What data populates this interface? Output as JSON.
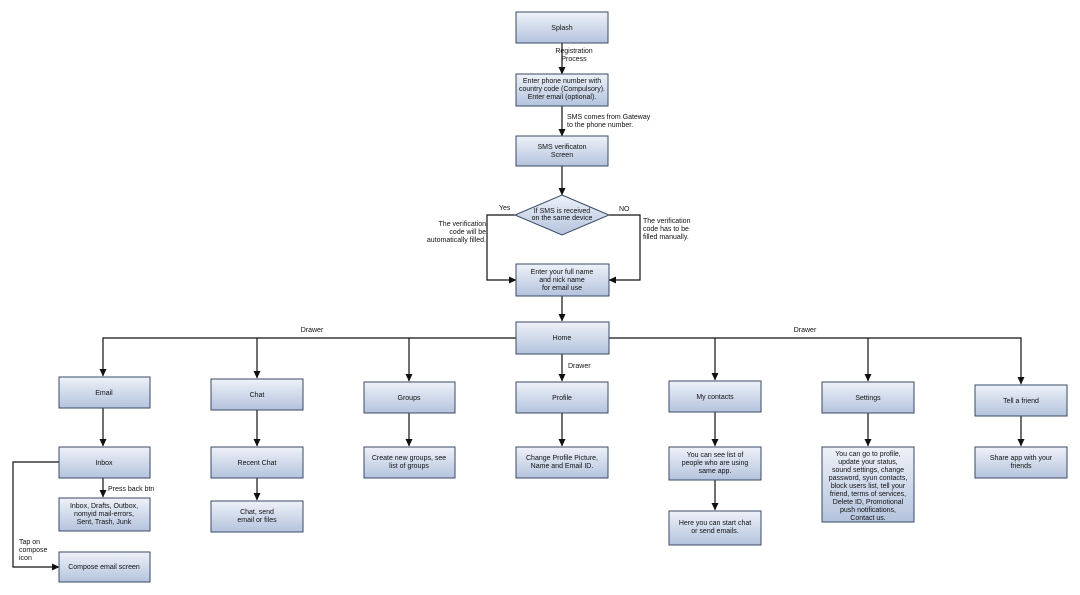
{
  "nodes": {
    "splash": [
      "Splash"
    ],
    "enter_phone": [
      "Enter phone number with",
      "country code (Compulsory).",
      "Enter email (optional)."
    ],
    "sms_screen": [
      "SMS verificaton",
      "Screen"
    ],
    "decision": [
      "If SMS is received",
      "on the same device"
    ],
    "enter_name": [
      "Enter your full name",
      "and nick name",
      "for email use"
    ],
    "home": [
      "Home"
    ],
    "email": [
      "Email"
    ],
    "chat": [
      "Chat"
    ],
    "groups": [
      "Groups"
    ],
    "profile": [
      "Profile"
    ],
    "my_contacts": [
      "My contacts"
    ],
    "settings": [
      "Settings"
    ],
    "tell_friend": [
      "Tell a friend"
    ],
    "inbox": [
      "Inbox"
    ],
    "recent_chat": [
      "Recent Chat"
    ],
    "create_groups": [
      "Create new groups, see",
      "list of groups"
    ],
    "change_profile": [
      "Change Profile Picture,",
      "Name and Email ID."
    ],
    "contacts_list": [
      "You can see list of",
      "people who are using",
      "same app."
    ],
    "settings_desc": [
      "You can go to profile,",
      "update your status,",
      "sound settings, change",
      "password, syun contacts,",
      "block users list, tell your",
      "friend, terms of services,",
      "Delete ID, Promotional",
      "push notifications,",
      "Contact us."
    ],
    "share_app": [
      "Share app with your",
      "friends"
    ],
    "folders": [
      "Inbox, Drafts, Outbox,",
      "nomyid mail-errors,",
      "Sent, Trash, Junk"
    ],
    "chat_send": [
      "Chat, send",
      "email or files"
    ],
    "start_chat": [
      "Here you can start chat",
      "or send emails."
    ],
    "compose": [
      "Compose email screen"
    ]
  },
  "labels": {
    "registration": [
      "Registration",
      "Process"
    ],
    "sms_gateway": [
      "SMS comes from Gateway",
      "to the phone number."
    ],
    "yes": [
      "Yes"
    ],
    "no": [
      "NO"
    ],
    "auto_filled": [
      "The verification",
      "code will be",
      "automatically filled."
    ],
    "manual_filled": [
      "The verification",
      "code has to be",
      "filled manually."
    ],
    "drawer_left": [
      "Drawer"
    ],
    "drawer_right": [
      "Drawer"
    ],
    "drawer_mid": [
      "Drawer"
    ],
    "press_back": [
      "Press back btn"
    ],
    "tap_compose": [
      "Tap on",
      "compose",
      "icon"
    ]
  },
  "colors": {
    "box_top": "#eef2f9",
    "box_bottom": "#b4c3dd",
    "box_border": "#3a4a66",
    "line": "#111111"
  }
}
